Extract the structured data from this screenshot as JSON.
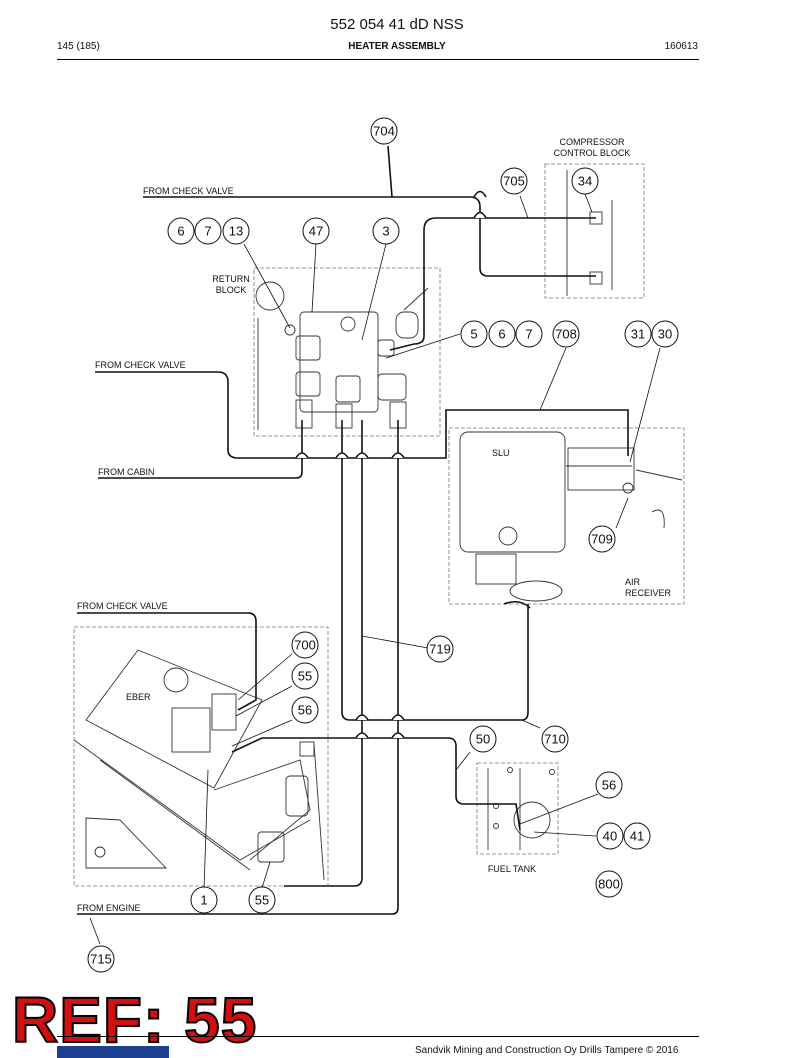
{
  "header": {
    "doc_title": "552 054 41 dD NSS",
    "page_number": "145 (185)",
    "section_title": "HEATER ASSEMBLY",
    "date_code": "160613"
  },
  "labels": {
    "compressor_block_line1": "COMPRESSOR",
    "compressor_block_line2": "CONTROL BLOCK",
    "from_check_valve": "FROM CHECK VALVE",
    "return_block_line1": "RETURN",
    "return_block_line2": "BLOCK",
    "from_cabin": "FROM CABIN",
    "slu": "SLU",
    "air_receiver_line1": "AIR",
    "air_receiver_line2": "RECEIVER",
    "eber": "EBER",
    "fuel_tank": "FUEL TANK",
    "from_engine": "FROM ENGINE"
  },
  "callouts": {
    "c704": "704",
    "c705": "705",
    "c34": "34",
    "c6": "6",
    "c7": "7",
    "c13": "13",
    "c47": "47",
    "c3": "3",
    "c5": "5",
    "c6b": "6",
    "c7b": "7",
    "c708": "708",
    "c31": "31",
    "c30": "30",
    "c709": "709",
    "c700": "700",
    "c55": "55",
    "c56": "56",
    "c719": "719",
    "c50": "50",
    "c710": "710",
    "c56b": "56",
    "c40": "40",
    "c41": "41",
    "c800": "800",
    "c1": "1",
    "c55b": "55",
    "c715": "715"
  },
  "ref_badge": "REF: 55",
  "footer": {
    "copyright": "Sandvik Mining and Construction Oy Drills Tampere © 2016"
  },
  "colors": {
    "line": "#111111",
    "ref_badge": "#d11010",
    "logo": "#1c3f8f"
  }
}
